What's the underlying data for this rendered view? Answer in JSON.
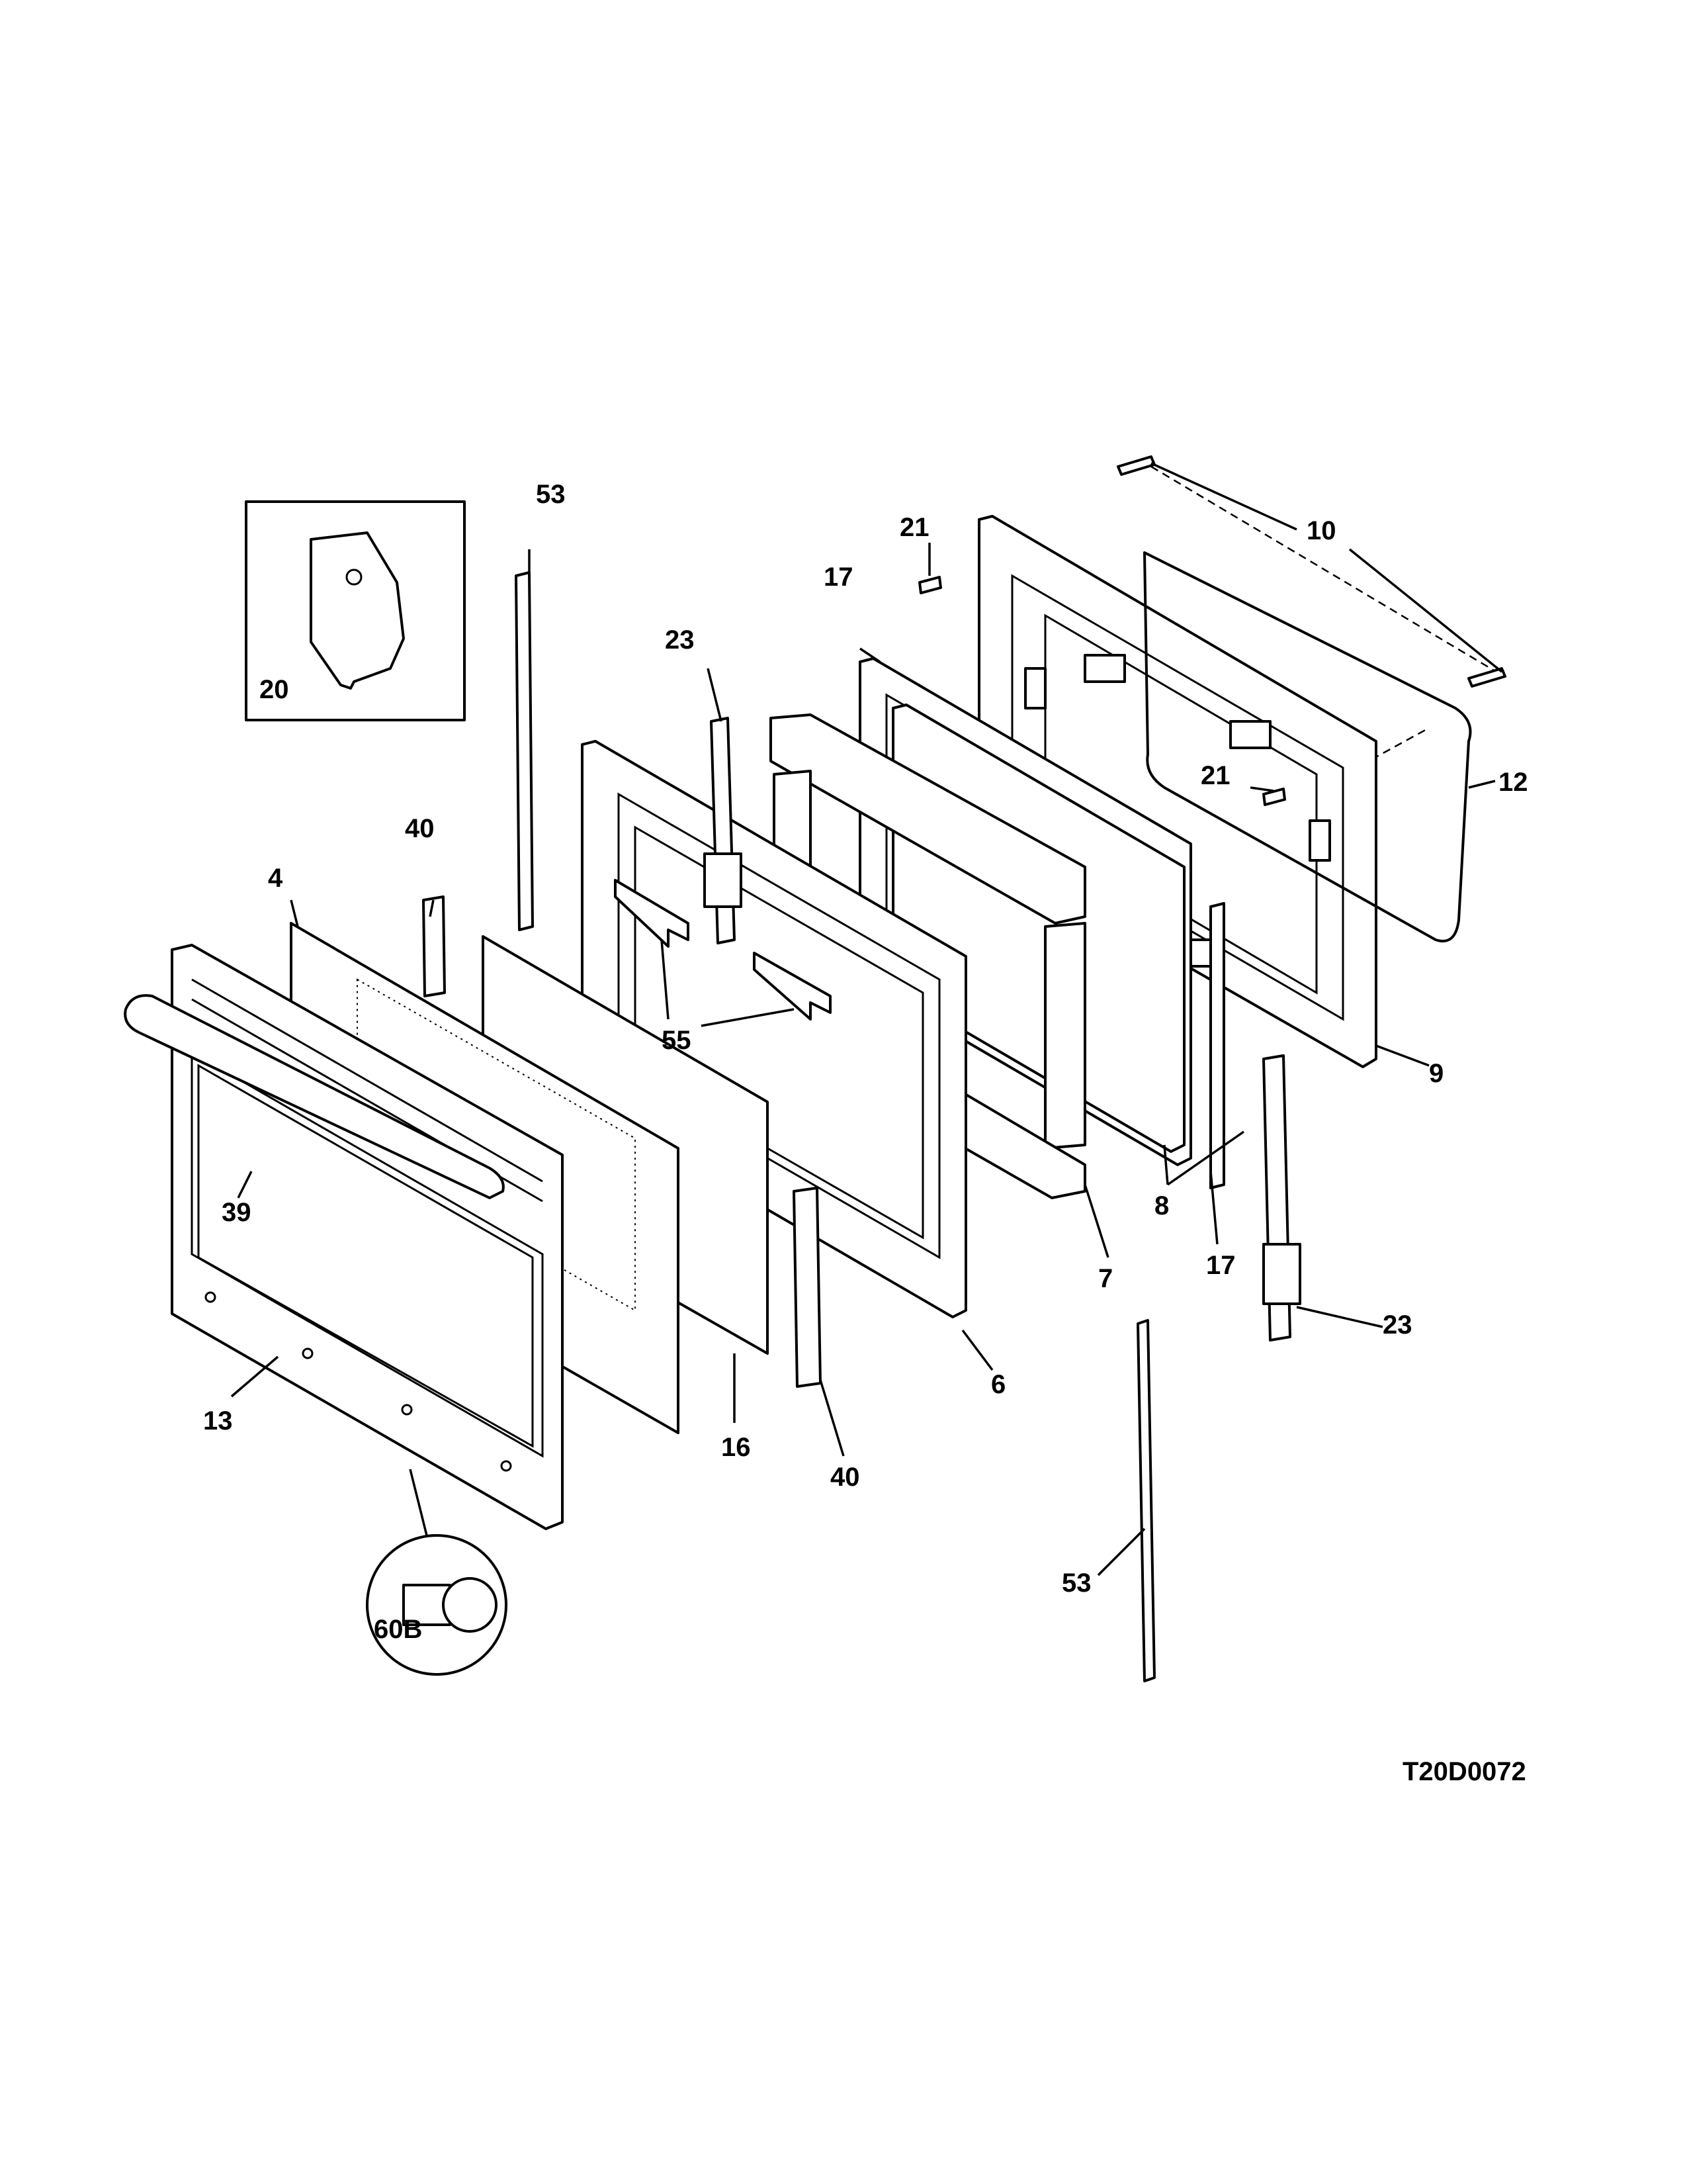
{
  "diagram": {
    "drawing_code": "T20D0072",
    "callouts": {
      "l4": "4",
      "l6": "6",
      "l7": "7",
      "l8": "8",
      "l9": "9",
      "l10": "10",
      "l12": "12",
      "l13": "13",
      "l16": "16",
      "l17a": "17",
      "l17b": "17",
      "l20": "20",
      "l21a": "21",
      "l21b": "21",
      "l23a": "23",
      "l23b": "23",
      "l39": "39",
      "l40a": "40",
      "l40b": "40",
      "l53a": "53",
      "l53b": "53",
      "l55": "55",
      "l60b": "60B"
    }
  }
}
